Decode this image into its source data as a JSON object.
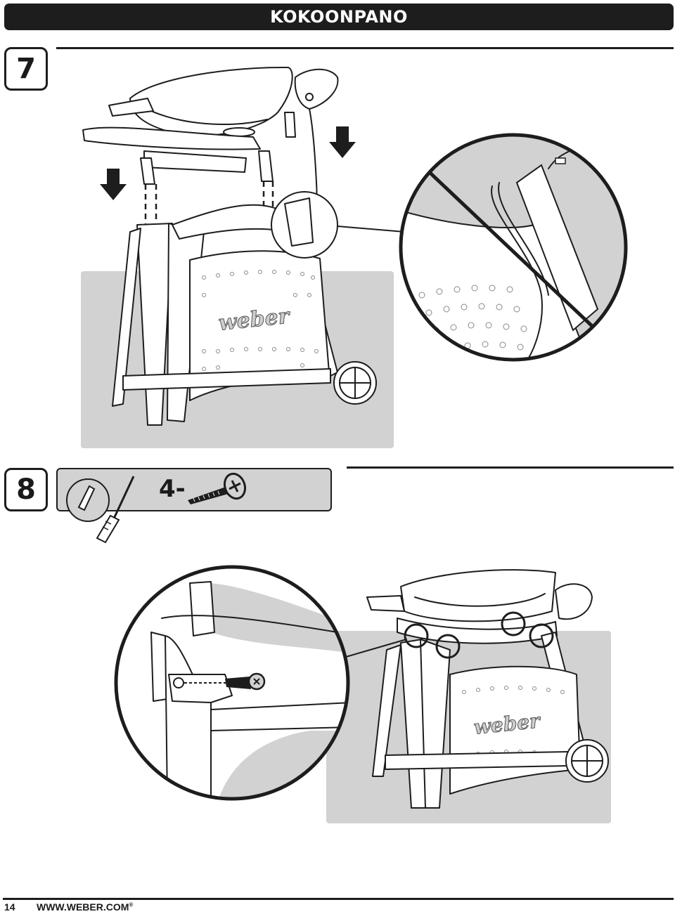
{
  "header": {
    "title": "KOKOONPANO"
  },
  "steps": [
    {
      "number": "7"
    },
    {
      "number": "8"
    }
  ],
  "hardware": {
    "quantity": "4-",
    "tool": "screwdriver-icon",
    "part": "bolt-icon"
  },
  "illustration": {
    "brand_logo": "weber"
  },
  "footer": {
    "page_number": "14",
    "website": "WWW.WEBER.COM",
    "registered_mark": "®"
  },
  "colors": {
    "ink": "#1d1d1d",
    "panel_gray": "#d2d2d3",
    "header_bg": "#1d1d1d"
  }
}
